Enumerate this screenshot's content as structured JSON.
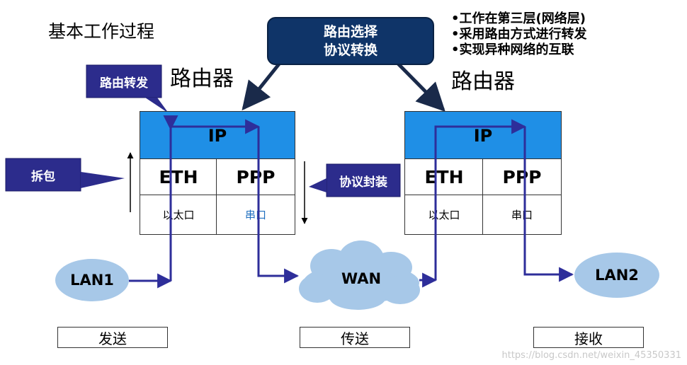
{
  "title": "基本工作过程",
  "notes": [
    "•工作在第三层(网络层)",
    "•采用路由方式进行转发",
    "•实现异种网络的互联"
  ],
  "control_box": {
    "line1": "路由选择",
    "line2": "协议转换"
  },
  "routers": [
    {
      "label": "路由器",
      "ip": "IP",
      "left_proto": "ETH",
      "right_proto": "PPP",
      "left_port": "以太口",
      "right_port": "串口"
    },
    {
      "label": "路由器",
      "ip": "IP",
      "left_proto": "ETH",
      "right_proto": "PPP",
      "left_port": "以太口",
      "right_port": "串口"
    }
  ],
  "callouts": {
    "forward": "路由转发",
    "unpack": "拆包",
    "encap": "协议封装"
  },
  "networks": {
    "lan1": "LAN1",
    "wan": "WAN",
    "lan2": "LAN2"
  },
  "stages": {
    "send": "发送",
    "transmit": "传送",
    "receive": "接收"
  },
  "watermark": "https://blog.csdn.net/weixin_45350331",
  "colors": {
    "ip_layer": "#1f8fe6",
    "control_box": "#0f3468",
    "callout": "#2c2c8c",
    "path": "#2e2e9a",
    "cloud": "#a7c8e8"
  }
}
